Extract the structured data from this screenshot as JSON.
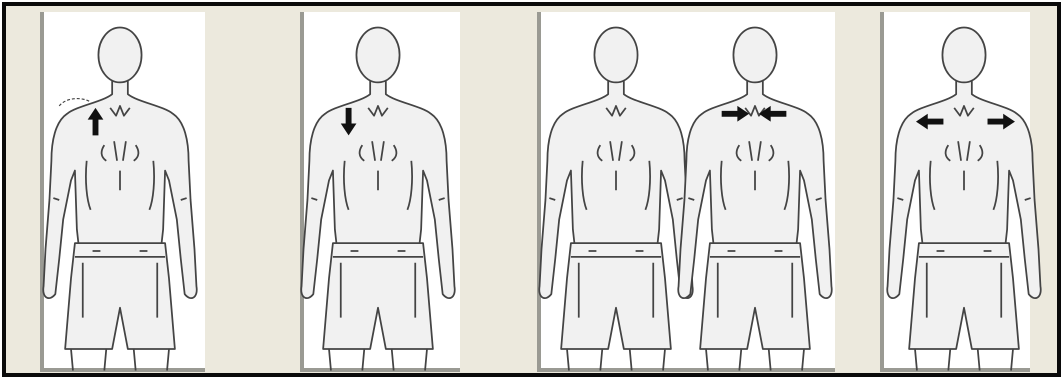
{
  "colors": {
    "frame_border": "#0a0a0a",
    "background": "#ece9dd",
    "panel_fill": "#ffffff",
    "panel_shadow": "#9a9a93",
    "figure_fill": "#f1f1f1",
    "figure_stroke": "#444444",
    "arrow": "#111111"
  },
  "panels": [
    {
      "figures": [
        {
          "arrows": [
            {
              "direction": "up"
            }
          ],
          "shoulder_outline": true
        }
      ]
    },
    {
      "figures": [
        {
          "arrows": [
            {
              "direction": "down"
            }
          ],
          "shoulder_outline": false
        }
      ]
    },
    {
      "figures": [
        {
          "arrows": []
        },
        {
          "arrows": [
            {
              "direction": "right"
            },
            {
              "direction": "left"
            }
          ]
        }
      ]
    },
    {
      "figures": [
        {
          "arrows": [
            {
              "direction": "left"
            },
            {
              "direction": "right"
            }
          ]
        }
      ]
    }
  ]
}
